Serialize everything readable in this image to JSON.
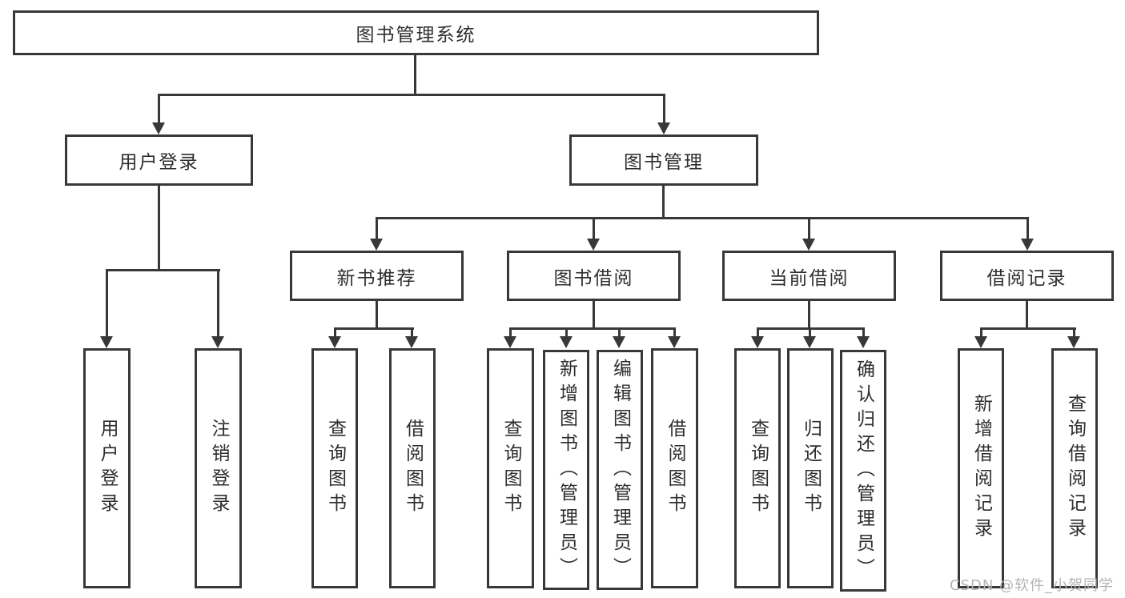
{
  "tree": {
    "label": "图书管理系统",
    "children": [
      {
        "label": "用户登录",
        "children": [
          {
            "label": "用户登录"
          },
          {
            "label": "注销登录"
          }
        ]
      },
      {
        "label": "图书管理",
        "children": [
          {
            "label": "新书推荐",
            "children": [
              {
                "label": "查询图书"
              },
              {
                "label": "借阅图书"
              }
            ]
          },
          {
            "label": "图书借阅",
            "children": [
              {
                "label": "查询图书"
              },
              {
                "label": "新增图书（管理员）"
              },
              {
                "label": "编辑图书（管理员）"
              },
              {
                "label": "借阅图书"
              }
            ]
          },
          {
            "label": "当前借阅",
            "children": [
              {
                "label": "查询图书"
              },
              {
                "label": "归还图书"
              },
              {
                "label": "确认归还（管理员）"
              }
            ]
          },
          {
            "label": "借阅记录",
            "children": [
              {
                "label": "新增借阅记录"
              },
              {
                "label": "查询借阅记录"
              }
            ]
          }
        ]
      }
    ]
  },
  "watermark": {
    "text": "CSDN @软件_小贺同学"
  },
  "colors": {
    "line": "#383838",
    "text": "#2e2e2e",
    "watermark": "#b4b4b4",
    "background": "#ffffff"
  }
}
